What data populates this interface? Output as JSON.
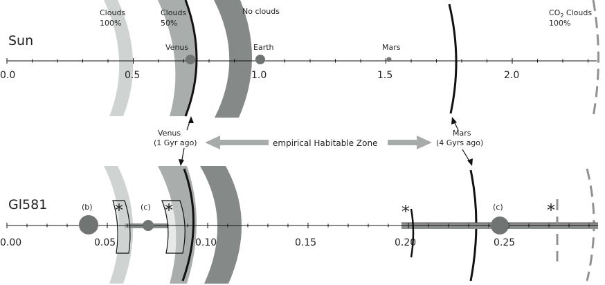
{
  "colors": {
    "band_light": "#cfd4d2",
    "band_mid": "#a9aeac",
    "band_dark": "#858a88",
    "line": "#111111",
    "planet": "#707472",
    "arrow": "#a7acaa",
    "dash": "#8e9391"
  },
  "top": {
    "title": "Sun",
    "ticks": [
      "0.0",
      "0.5",
      "1.0",
      "1.5",
      "2.0"
    ],
    "band_labels": {
      "clouds_100": [
        "Clouds",
        "100%"
      ],
      "clouds_50": [
        "Clouds",
        "50%"
      ],
      "no_clouds": "No clouds",
      "co2_clouds": [
        "CO",
        "2",
        " Clouds",
        "100%"
      ]
    },
    "planets": [
      {
        "name": "Venus",
        "au": 0.72
      },
      {
        "name": "Earth",
        "au": 1.0
      },
      {
        "name": "Mars",
        "au": 1.52
      }
    ]
  },
  "middle": {
    "venus_note": [
      "Venus",
      "(1 Gyr ago)"
    ],
    "mars_note": [
      "Mars",
      "(4 Gyrs ago)"
    ],
    "hz_label": "empirical Habitable Zone"
  },
  "bottom": {
    "title": "Gl581",
    "ticks": [
      "0.00",
      "0.05",
      "0.10",
      "0.15",
      "0.20",
      "0.25"
    ],
    "planet_labels": {
      "b": "(b)",
      "c": "(c)",
      "d": "(c)"
    },
    "stars": [
      "*",
      "*",
      "*",
      "*"
    ]
  }
}
